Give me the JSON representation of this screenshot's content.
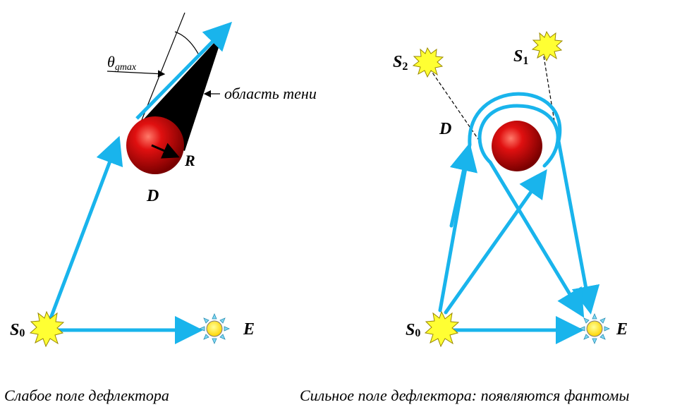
{
  "left_panel": {
    "label_theta": "θ",
    "label_theta_sub": "gmax",
    "label_shadow": "область тени",
    "label_R": "R",
    "label_D": "D",
    "label_S0": "S",
    "label_S0_sub": "0",
    "label_E": "E",
    "caption": "Слабое поле дефлектора"
  },
  "right_panel": {
    "label_S2": "S",
    "label_S2_sub": "2",
    "label_S1": "S",
    "label_S1_sub": "1",
    "label_D": "D",
    "label_S0": "S",
    "label_S0_sub": "0",
    "label_E": "E",
    "caption": "Сильное поле дефлектора: появляются фантомы"
  },
  "colors": {
    "ray": "#19b4ec",
    "deflector": "#cc0000",
    "star": "#ffff33",
    "sun": "#ffee00",
    "shadow": "#000000"
  }
}
